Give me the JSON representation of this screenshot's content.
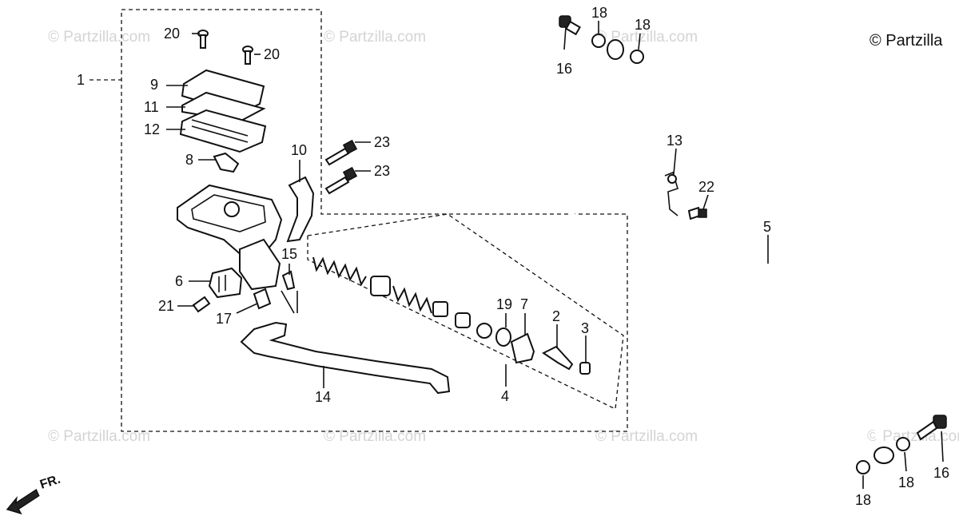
{
  "watermark": "© Partzilla.com",
  "copyright": "© Partzilla",
  "direction_label": "FR.",
  "callouts": {
    "c1": "1",
    "c2": "2",
    "c3": "3",
    "c4": "4",
    "c5": "5",
    "c6": "6",
    "c7": "7",
    "c8": "8",
    "c9": "9",
    "c10": "10",
    "c11": "11",
    "c12": "12",
    "c13": "13",
    "c14": "14",
    "c15": "15",
    "c16a": "16",
    "c16b": "16",
    "c17": "17",
    "c18a": "18",
    "c18b": "18",
    "c18c": "18",
    "c18d": "18",
    "c19": "19",
    "c20a": "20",
    "c20b": "20",
    "c21": "21",
    "c22": "22",
    "c23a": "23",
    "c23b": "23"
  }
}
